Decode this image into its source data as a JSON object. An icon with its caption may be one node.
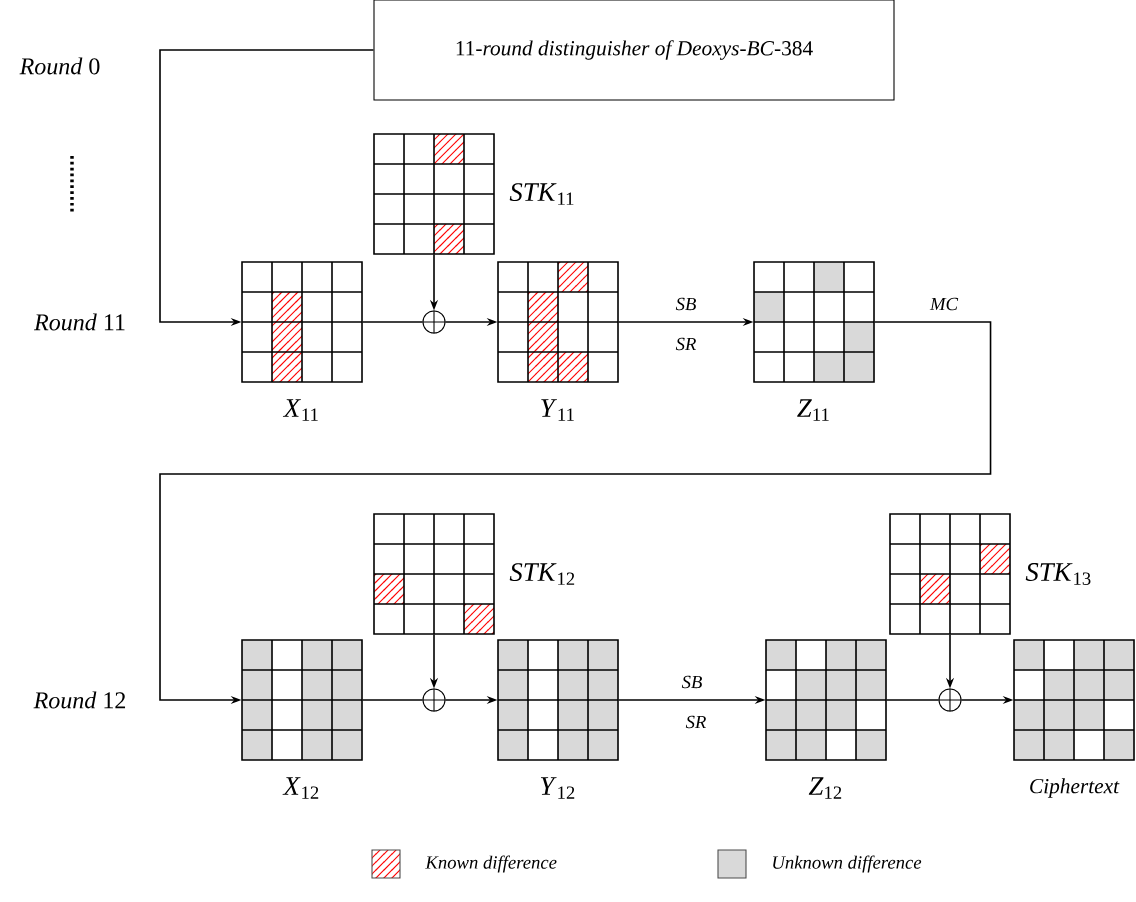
{
  "diagram": {
    "nodes": [
      {
        "text": [
          "11-*round distinguisher of Deoxys-BC*-384"
        ]
      },
      {
        "text": [],
        "shape": "box",
        "beside": [
          "*STK*$_{11}$"
        ]
      },
      {
        "text": [],
        "shape": "box",
        "beside": [
          "*X*$_{11}$"
        ]
      },
      {
        "text": [],
        "shape": "circle"
      },
      {
        "text": [],
        "shape": "box",
        "beside": [
          "*Y*$_{11}$"
        ]
      },
      {
        "text": [],
        "shape": "box",
        "beside": [
          "*Z*$_{11}$"
        ]
      },
      {
        "text": [],
        "shape": "box",
        "beside": [
          "*STK*$_{12}$"
        ]
      },
      {
        "text": [],
        "shape": "box",
        "beside": [
          "*STK*$_{13}$"
        ]
      },
      {
        "text": [],
        "shape": "box",
        "beside": [
          "*X*$_{12}$"
        ]
      },
      {
        "text": [],
        "shape": "circle"
      },
      {
        "text": [],
        "shape": "box",
        "beside": [
          "*Y*$_{12}$"
        ]
      },
      {
        "text": [],
        "shape": "box",
        "beside": [
          "*Z*$_{12}$"
        ]
      },
      {
        "text": [],
        "shape": "circle"
      },
      {
        "text": [],
        "shape": "box",
        "beside": [
          "Ciphertext"
        ]
      }
    ],
    "edges": [
      {
        "from": 0,
        "to": 2,
        "arrow": "to"
      },
      {
        "from": 1,
        "to": 3,
        "arrow": "to"
      },
      {
        "from": 2,
        "to": 3,
        "arrow": "none"
      },
      {
        "from": 3,
        "to": 4,
        "arrow": "to"
      },
      {
        "from": 4,
        "to": 5,
        "arrow": "to",
        "label": "SB"
      },
      {
        "from": 5,
        "to": 8,
        "arrow": "to",
        "label": "MC"
      },
      {
        "from": 6,
        "to": 9,
        "arrow": "to"
      },
      {
        "from": 8,
        "to": 9,
        "arrow": "none"
      },
      {
        "from": 9,
        "to": 10,
        "arrow": "to"
      },
      {
        "from": 10,
        "to": 11,
        "arrow": "to",
        "label": "SB"
      },
      {
        "from": 7,
        "to": 12,
        "arrow": "to"
      },
      {
        "from": 11,
        "to": 12,
        "arrow": "none"
      },
      {
        "from": 12,
        "to": 13,
        "arrow": "to"
      }
    ],
    "labels": [
      "*Round* 0",
      "*Round* 11",
      "SR",
      "*Round* 12",
      "SR"
    ],
    "legend": [
      {
        "text": "Known difference"
      },
      {
        "text": "Unknown difference",
        "color": "#d9d9d9"
      }
    ]
  }
}
